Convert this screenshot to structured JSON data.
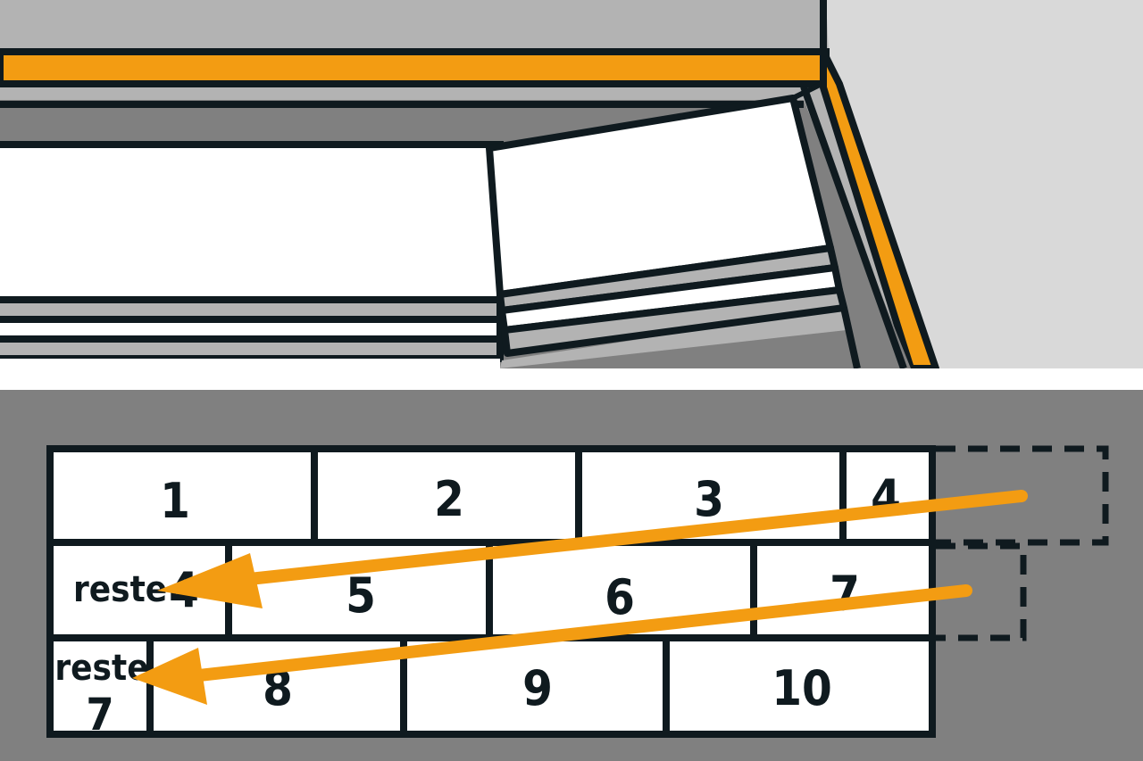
{
  "colors": {
    "ink": "#0f1a1f",
    "accent": "#f39c12",
    "grey_light": "#d9d9d9",
    "grey_mid": "#b3b3b3",
    "grey_dark": "#808080",
    "white": "#ffffff"
  },
  "icons": {
    "arrow_1": "left-arrow",
    "arrow_2": "left-arrow"
  },
  "tiles": [
    {
      "row": 1,
      "label": "1"
    },
    {
      "row": 1,
      "label": "2"
    },
    {
      "row": 1,
      "label": "3"
    },
    {
      "row": 1,
      "label": "4"
    },
    {
      "row": 2,
      "label": "reste"
    },
    {
      "row": 2,
      "label": "4"
    },
    {
      "row": 2,
      "label": "5"
    },
    {
      "row": 2,
      "label": "6"
    },
    {
      "row": 2,
      "label": "7"
    },
    {
      "row": 3,
      "label": "reste"
    },
    {
      "row": 3,
      "label": "7"
    },
    {
      "row": 3,
      "label": "8"
    },
    {
      "row": 3,
      "label": "9"
    },
    {
      "row": 3,
      "label": "10"
    }
  ]
}
